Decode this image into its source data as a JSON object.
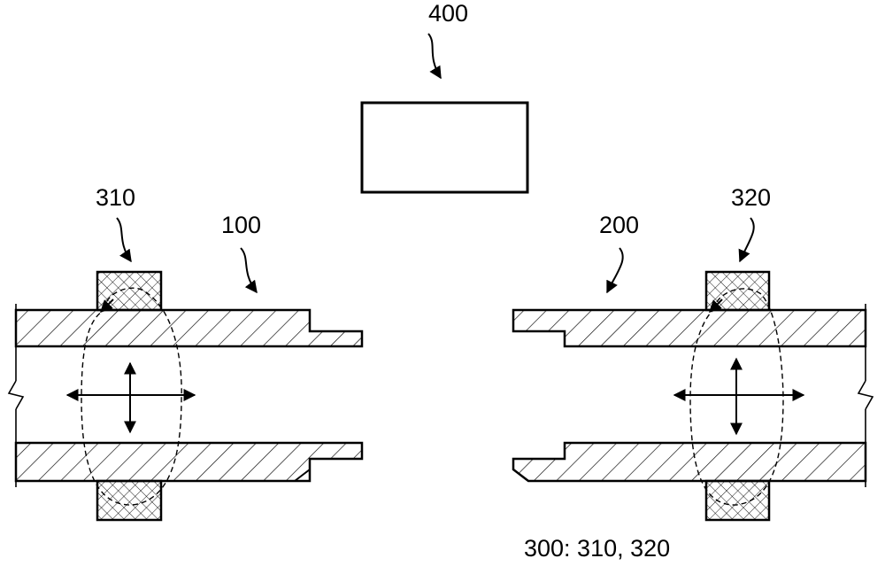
{
  "labels": {
    "controller": "400",
    "coil_left": "310",
    "coil_right": "320",
    "pipe_left": "100",
    "pipe_right": "200",
    "legend": "300: 310, 320"
  }
}
